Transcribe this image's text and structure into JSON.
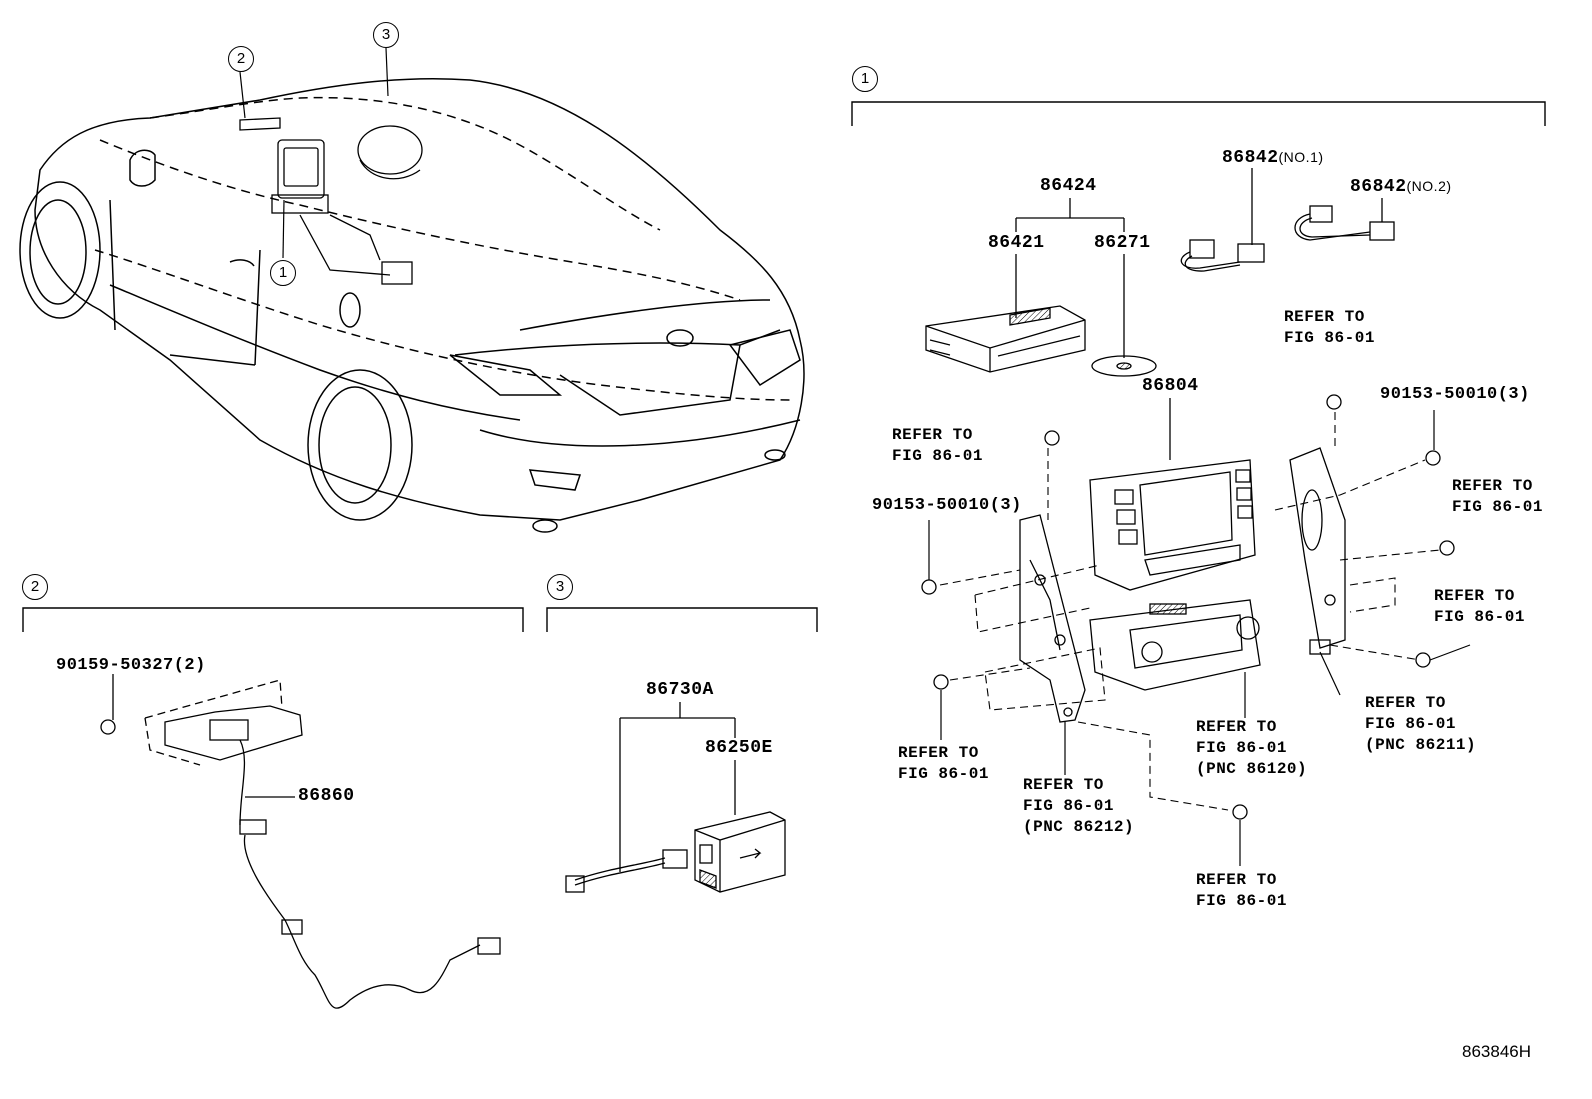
{
  "callouts": [
    "1",
    "2",
    "3"
  ],
  "parts": {
    "p86424": "86424",
    "p86421": "86421",
    "p86271": "86271",
    "p86842_no1": "86842",
    "p86842_no1_sfx": "(NO.1)",
    "p86842_no2": "86842",
    "p86842_no2_sfx": "(NO.2)",
    "p86804": "86804",
    "p90153_left": "90153-50010(3)",
    "p90153_right": "90153-50010(3)",
    "p90159": "90159-50327(2)",
    "p86860": "86860",
    "p86730A": "86730A",
    "p86250E": "86250E"
  },
  "refs": {
    "r1": "REFER TO\nFIG 86-01",
    "r2": "REFER TO\nFIG 86-01",
    "r3": "REFER TO\nFIG 86-01",
    "r4": "REFER TO\nFIG 86-01",
    "r5": "REFER TO\nFIG 86-01",
    "r6": "REFER TO\nFIG 86-01\n(PNC 86211)",
    "r7": "REFER TO\nFIG 86-01\n(PNC 86120)",
    "r8": "REFER TO\nFIG 86-01\n(PNC 86212)",
    "r9": "REFER TO\nFIG 86-01"
  },
  "figure_code": "863846H"
}
